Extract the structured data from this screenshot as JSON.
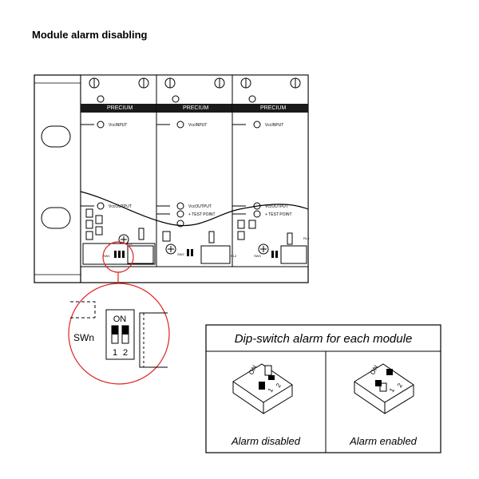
{
  "title": "Module alarm disabling",
  "brand": "PRECIUM",
  "labels": {
    "vcc_input": "VccINPUT",
    "vcc_output": "VccOUTPUT",
    "test_point": "+ TEST POINT",
    "rl1": "RL1",
    "rl2": "RL2",
    "rl3": "RL3",
    "sw1": "SW1",
    "sw2": "SW2",
    "sw3": "SW3"
  },
  "zoom": {
    "on_label": "ON",
    "switch_label": "SWn",
    "pin1": "1",
    "pin2": "2"
  },
  "legend": {
    "title": "Dip-switch alarm for each module",
    "caption_left": "Alarm disabled",
    "caption_right": "Alarm enabled",
    "dip_on": "ON",
    "dip_1": "1",
    "dip_2": "2"
  },
  "colors": {
    "callout": "#e02020",
    "line": "#000000",
    "brand_bar": "#1a1a1a"
  }
}
